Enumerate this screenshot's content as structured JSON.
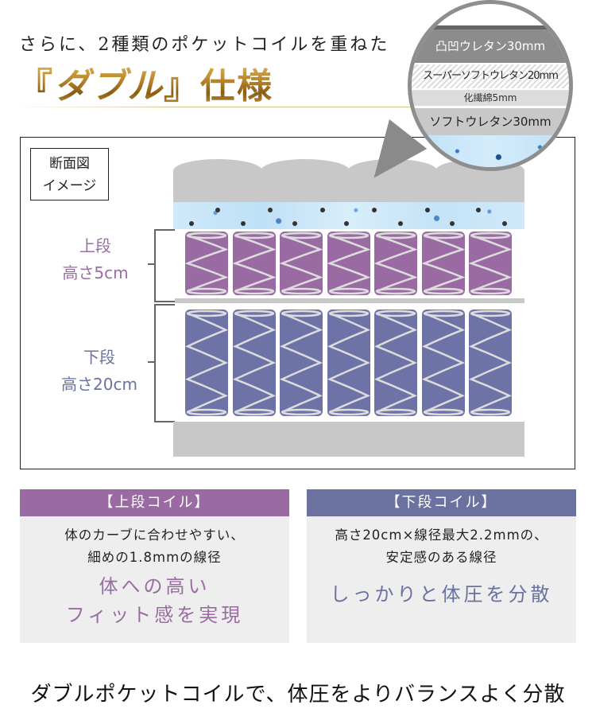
{
  "header": {
    "subtitle": "さらに、2種類のポケットコイルを重ねた",
    "title_bracket_open": "『",
    "title_emph": "ダブル",
    "title_bracket_close": "』",
    "title_suffix": "仕様"
  },
  "diagram": {
    "label_line1": "断面図",
    "label_line2": "イメージ",
    "upper": {
      "name": "上段",
      "height": "高さ5cm",
      "coil_count": 7
    },
    "lower": {
      "name": "下段",
      "height": "高さ20cm",
      "coil_count": 7
    }
  },
  "magnifier": {
    "layers": [
      "凸凹ウレタン30mm",
      "スーパーソフトウレタン20mm",
      "化繊綿5mm",
      "ソフトウレタン30mm"
    ]
  },
  "boxes": {
    "upper": {
      "title": "【上段コイル】",
      "desc_line1": "体のカーブに合わせやすい、",
      "desc_line2": "細めの1.8mmの線径",
      "emph_line1": "体への高い",
      "emph_line2": "フィット感を実現"
    },
    "lower": {
      "title": "【下段コイル】",
      "desc_line1": "高さ20cm×線径最大2.2mmの、",
      "desc_line2": "安定感のある線径",
      "emph_line1": "しっかりと体圧を分散"
    }
  },
  "footer": {
    "text": "ダブルポケットコイルで、体圧をよりバランスよく分散"
  },
  "colors": {
    "upper_accent": "#9a6aa2",
    "lower_accent": "#6c72a0",
    "gold": "#b8862c",
    "layer_gray": "#c8c8c8",
    "box_bg": "#eeeeee"
  }
}
